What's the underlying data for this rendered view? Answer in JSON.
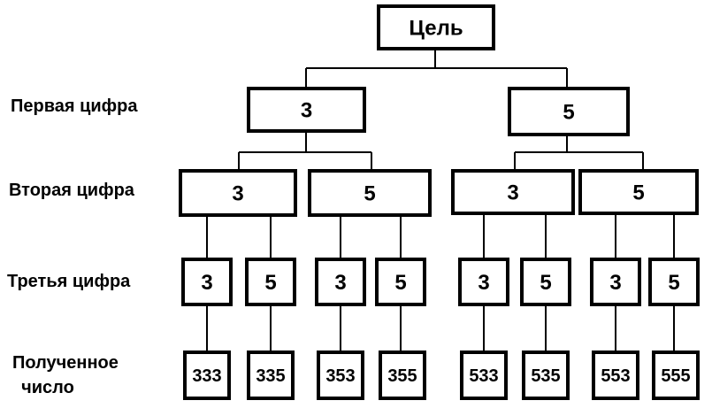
{
  "root": {
    "label": "Цель"
  },
  "levels": {
    "first": "Первая цифра",
    "second": "Вторая цифра",
    "third": "Третья цифра",
    "result_line1": "Полученное",
    "result_line2": "число"
  },
  "first_digits": [
    "3",
    "5"
  ],
  "second_digits": [
    "3",
    "5",
    "3",
    "5"
  ],
  "third_digits": [
    "3",
    "5",
    "3",
    "5",
    "3",
    "5",
    "3",
    "5"
  ],
  "results": [
    "333",
    "335",
    "353",
    "355",
    "533",
    "535",
    "553",
    "555"
  ]
}
